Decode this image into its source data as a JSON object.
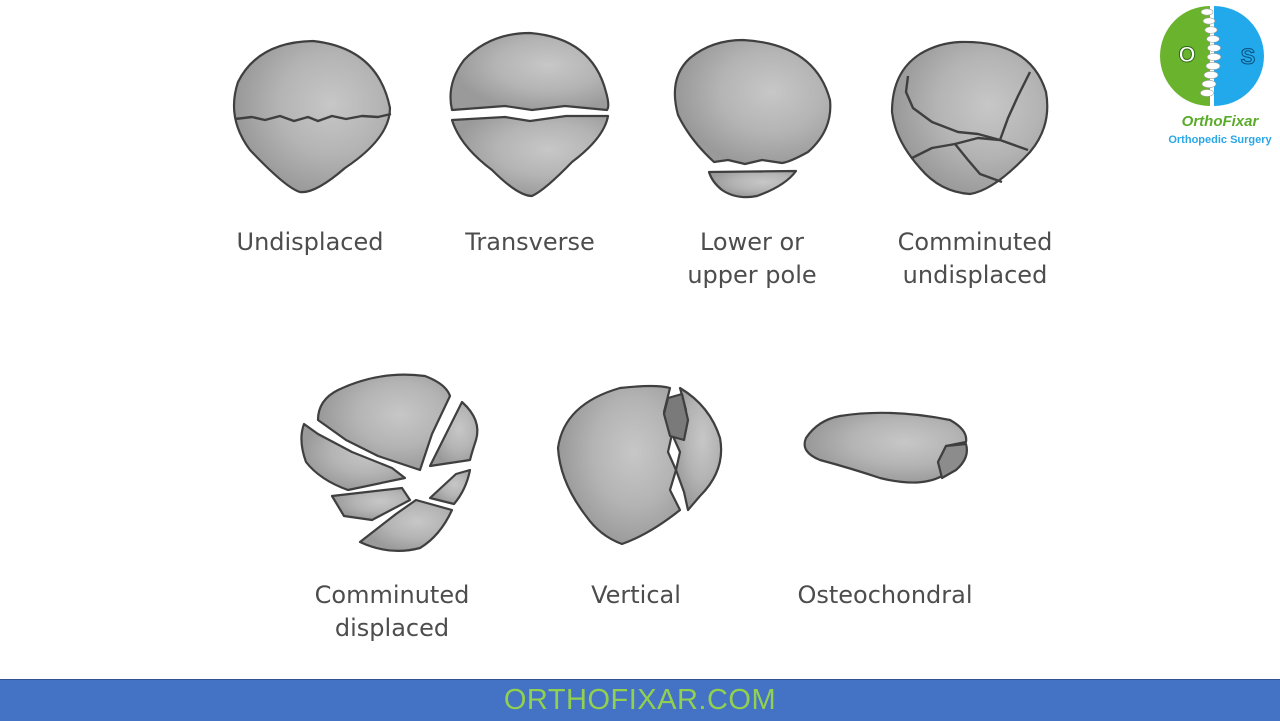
{
  "colors": {
    "bone_fill": "#a6a6a6",
    "bone_highlight": "#c4c4c4",
    "outline": "#3f3f3f",
    "footer_bg": "#4472c4",
    "footer_text": "#92d050",
    "logo_green": "#6ab42d",
    "logo_blue": "#22a9ec"
  },
  "diagrams": {
    "undisplaced": {
      "caption": "Undisplaced"
    },
    "transverse": {
      "caption": "Transverse"
    },
    "pole": {
      "caption": "Lower or\nupper pole"
    },
    "comm_undisp": {
      "caption": "Comminuted\nundisplaced"
    },
    "comm_disp": {
      "caption": "Comminuted\ndisplaced"
    },
    "vertical": {
      "caption": "Vertical"
    },
    "osteochondral": {
      "caption": "Osteochondral"
    }
  },
  "logo": {
    "name": "OrthoFixar",
    "tagline": "Orthopedic Surgery",
    "letters": [
      "O",
      "S"
    ]
  },
  "footer": {
    "text": "ORTHOFIXAR.COM"
  }
}
